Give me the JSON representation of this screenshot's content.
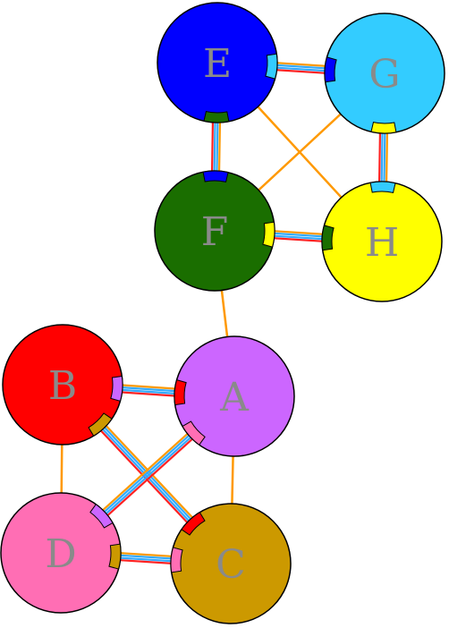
{
  "nodes": [
    {
      "id": "E",
      "label": "E",
      "color": "#0000ff"
    },
    {
      "id": "G",
      "label": "G",
      "color": "#33ccff"
    },
    {
      "id": "F",
      "label": "F",
      "color": "#1a6e00"
    },
    {
      "id": "H",
      "label": "H",
      "color": "#ffff00"
    },
    {
      "id": "B",
      "label": "B",
      "color": "#ff0000"
    },
    {
      "id": "A",
      "label": "A",
      "color": "#cc66ff"
    },
    {
      "id": "D",
      "label": "D",
      "color": "#ff6eb4"
    },
    {
      "id": "C",
      "label": "C",
      "color": "#cc9900"
    }
  ],
  "edges": [
    {
      "from": "E",
      "to": "G",
      "kind": "triple"
    },
    {
      "from": "E",
      "to": "F",
      "kind": "triple"
    },
    {
      "from": "G",
      "to": "H",
      "kind": "triple"
    },
    {
      "from": "F",
      "to": "H",
      "kind": "triple"
    },
    {
      "from": "E",
      "to": "H",
      "kind": "single"
    },
    {
      "from": "G",
      "to": "F",
      "kind": "single"
    },
    {
      "from": "F",
      "to": "A",
      "kind": "single"
    },
    {
      "from": "B",
      "to": "A",
      "kind": "triple"
    },
    {
      "from": "B",
      "to": "C",
      "kind": "triple"
    },
    {
      "from": "D",
      "to": "A",
      "kind": "triple"
    },
    {
      "from": "D",
      "to": "C",
      "kind": "triple"
    },
    {
      "from": "B",
      "to": "D",
      "kind": "single"
    },
    {
      "from": "A",
      "to": "C",
      "kind": "single"
    }
  ],
  "colors": {
    "single_edge": "#ff9900",
    "triple_edge_outer": "#ff9900",
    "triple_edge_middle": "#33aaff",
    "triple_edge_inner": "#ff2222",
    "outline": "#000000"
  }
}
